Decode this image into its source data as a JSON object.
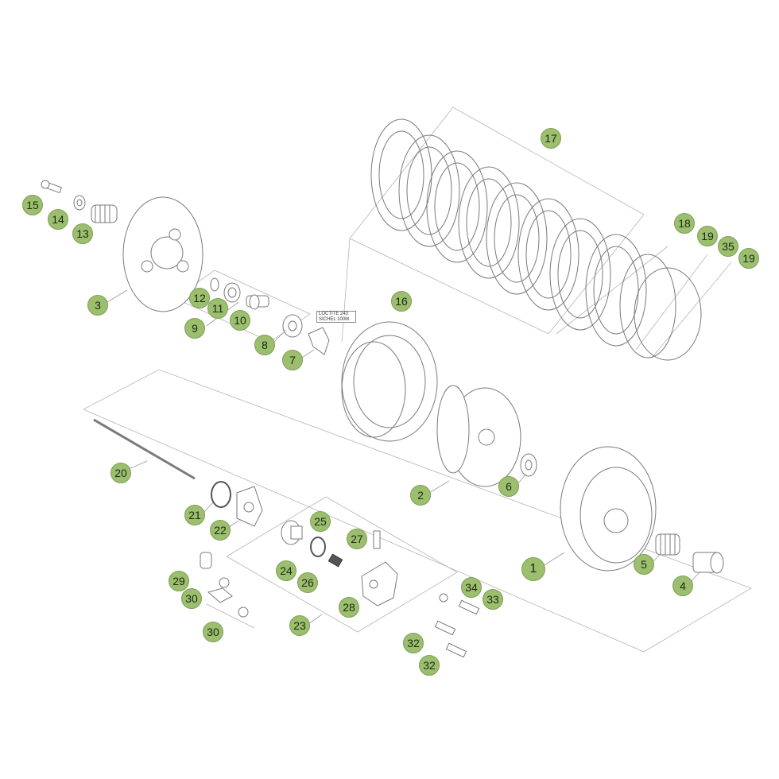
{
  "diagram": {
    "callouts": [
      "15",
      "14",
      "13",
      "3",
      "12",
      "11",
      "10",
      "9",
      "8",
      "7",
      "16",
      "17",
      "18",
      "19",
      "35",
      "19",
      "20",
      "2",
      "6",
      "21",
      "22",
      "1",
      "5",
      "4",
      "25",
      "27",
      "24",
      "26",
      "29",
      "30",
      "30",
      "23",
      "28",
      "34",
      "33",
      "32",
      "32"
    ],
    "note": {
      "line1": "LOCTITE 243",
      "line2": "SICHEL 100M"
    }
  },
  "colors": {
    "callout_fill": "#9bbf6e",
    "line": "#9a9a9a",
    "part_stroke": "#7a7a7a"
  }
}
